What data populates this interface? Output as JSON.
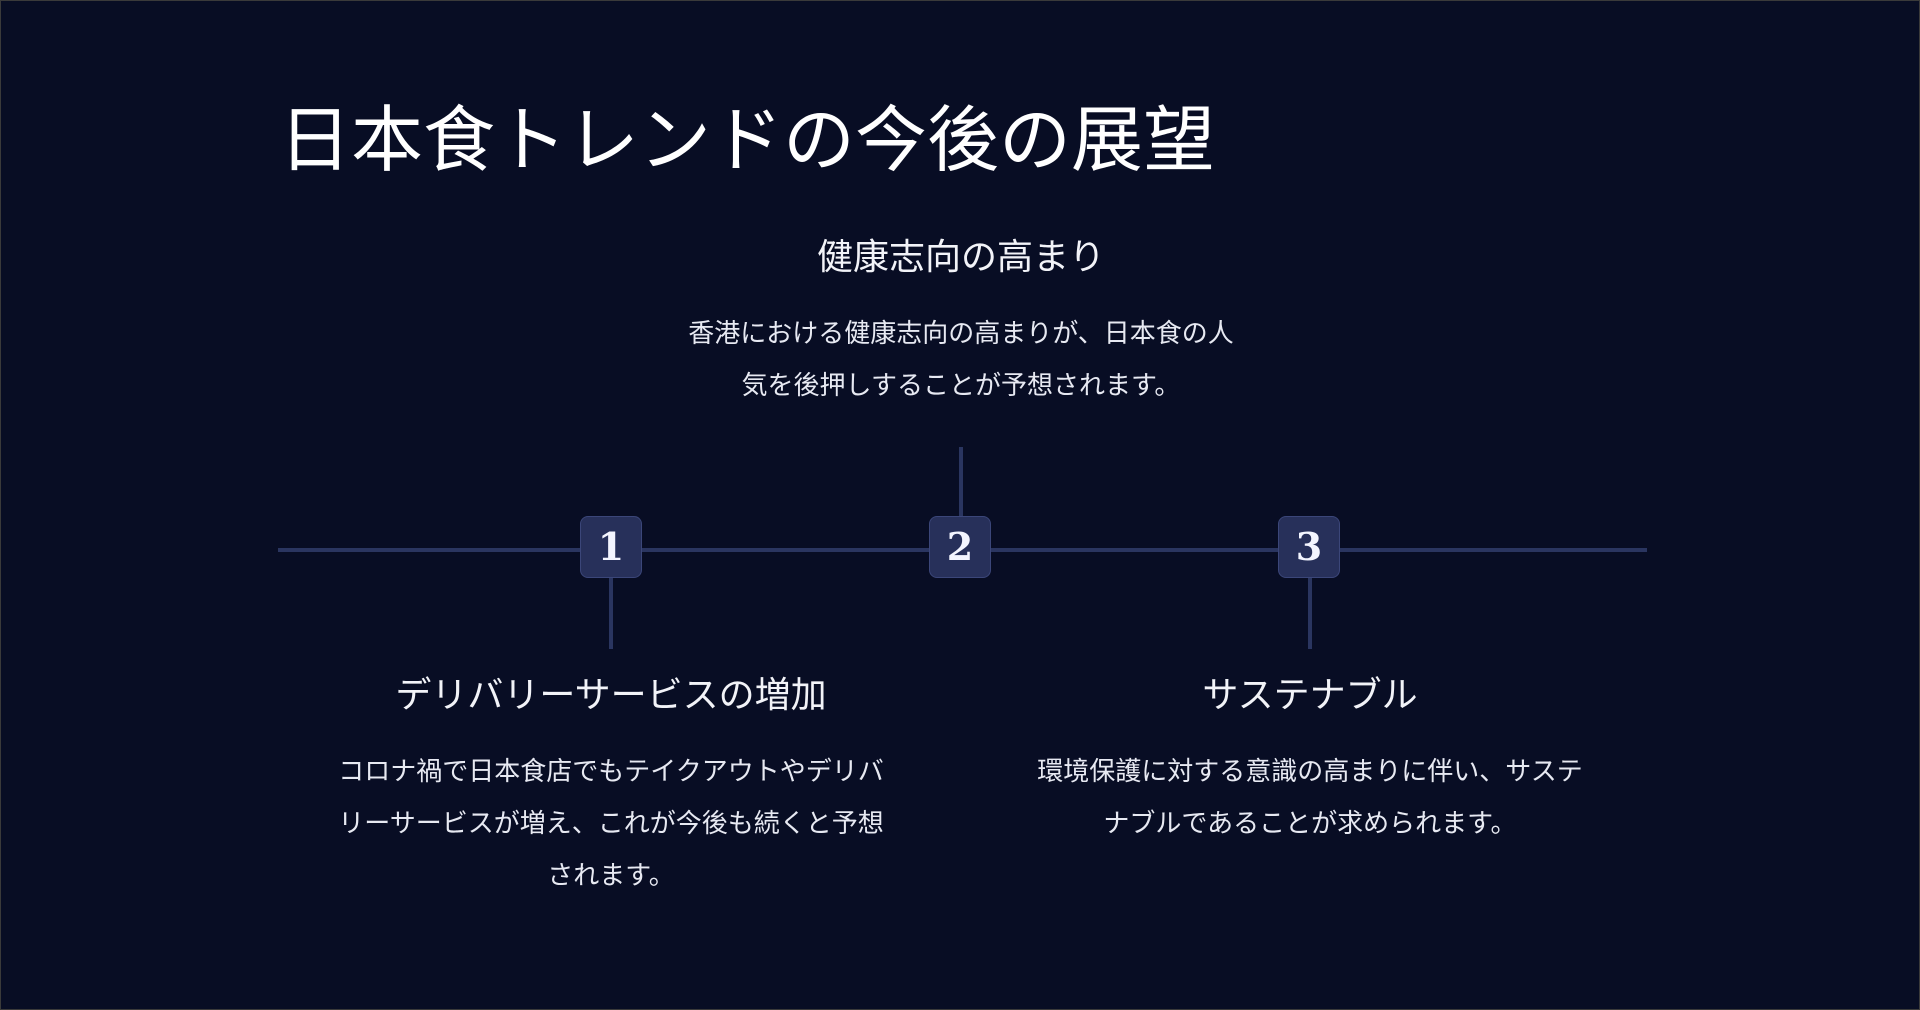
{
  "title": "日本食トレンドの今後の展望",
  "timeline": [
    {
      "number": "1",
      "title": "デリバリーサービスの増加",
      "description_lines": [
        "コロナ禍で日本食店でもテイクアウトやデリバ",
        "リーサービスが増え、これが今後も続くと予想",
        "されます。"
      ]
    },
    {
      "number": "2",
      "title": "健康志向の高まり",
      "description_lines": [
        "香港における健康志向の高まりが、日本食の人",
        "気を後押しすることが予想されます。"
      ]
    },
    {
      "number": "3",
      "title": "サステナブル",
      "description_lines": [
        "環境保護に対する意識の高まりに伴い、サステ",
        "ナブルであることが求められます。"
      ]
    }
  ],
  "colors": {
    "background": "#080d24",
    "timeline": "#2a3560",
    "marker": "#27305a",
    "text": "#ffffff"
  }
}
